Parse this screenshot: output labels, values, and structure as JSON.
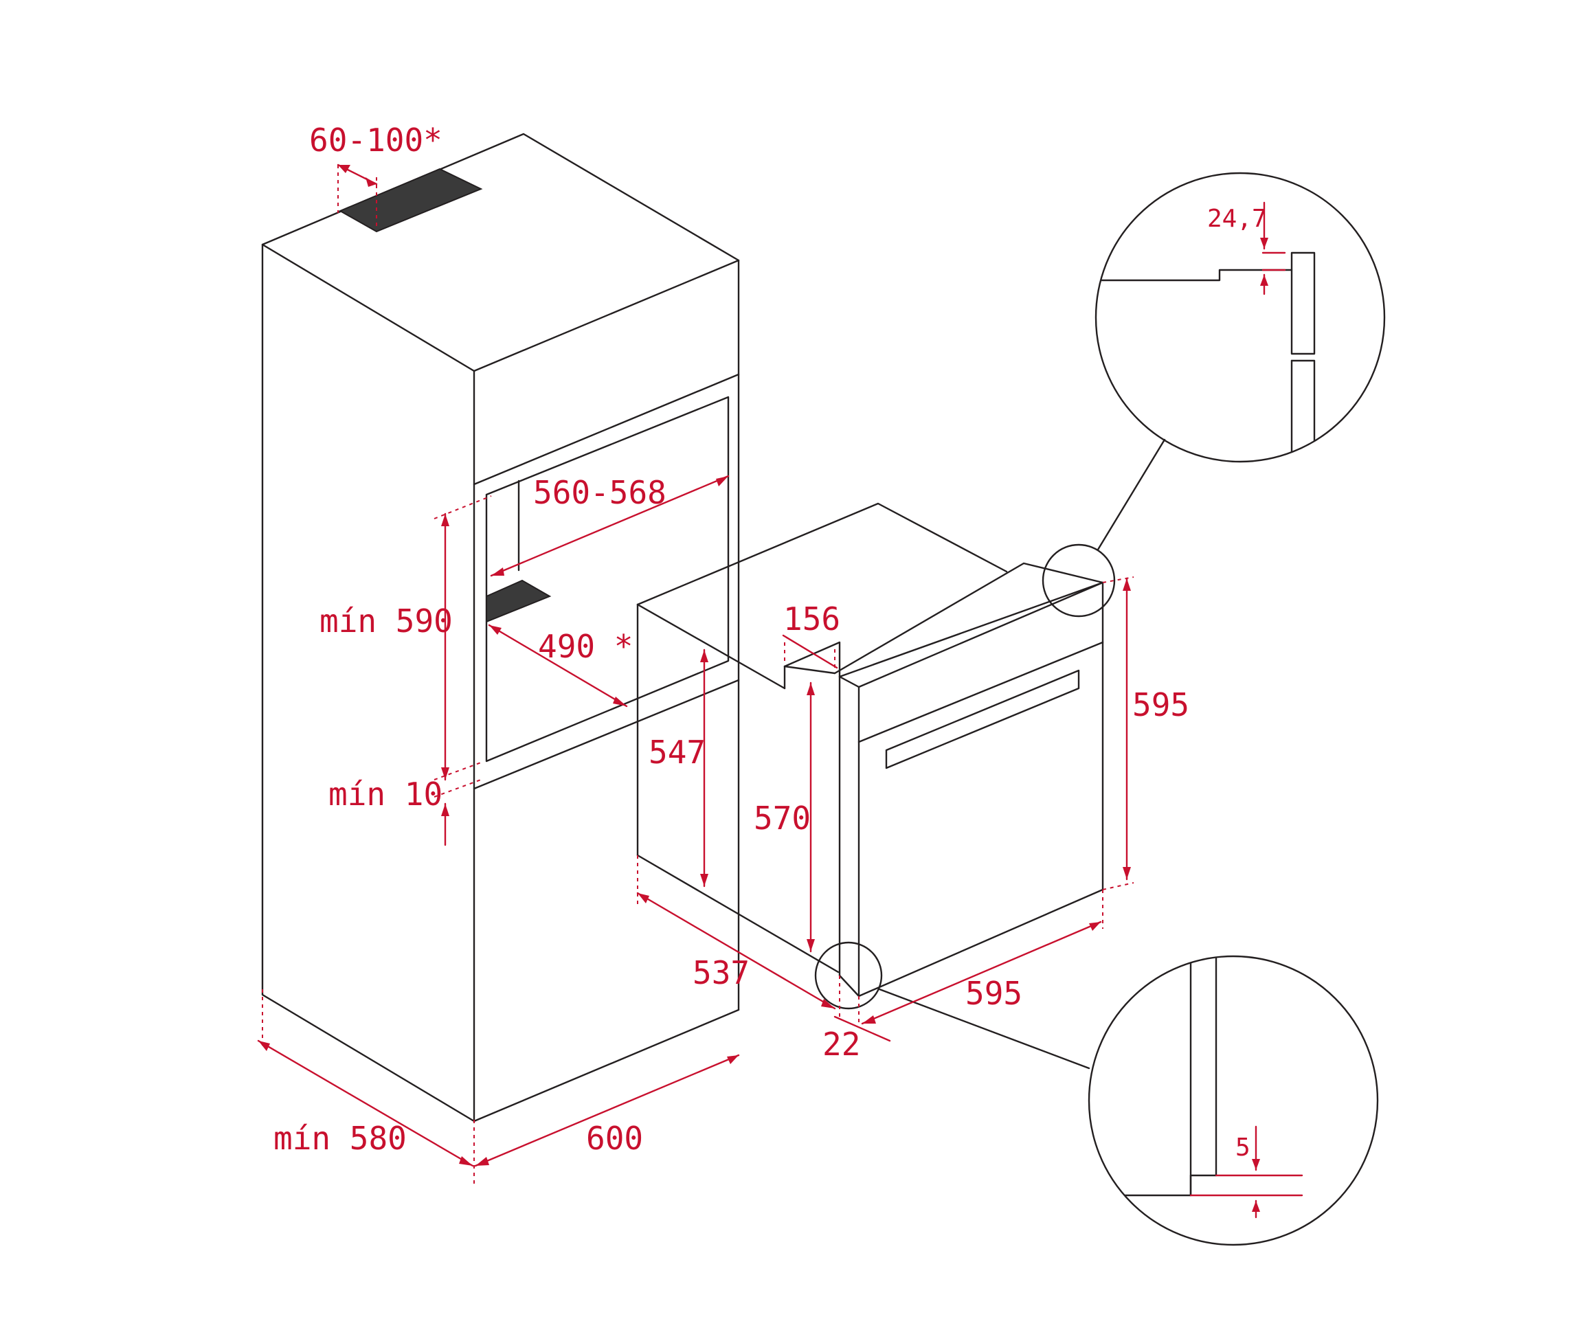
{
  "dimensions": {
    "vent_gap": "60-100*",
    "niche_width": "560-568",
    "niche_height": "mín 590",
    "vent_depth": "490 *",
    "bottom_gap": "mín 10",
    "cabinet_depth": "mín 580",
    "cabinet_width": "600",
    "oven_height_body": "547",
    "oven_height_front_inner": "570",
    "oven_height_total": "595",
    "oven_front_depth": "156",
    "oven_depth": "537",
    "oven_width": "595",
    "door_thickness": "22",
    "detail_top": "24,7",
    "detail_bottom": "5"
  },
  "colors": {
    "line": "#231f20",
    "dimension": "#c8102e",
    "vent": "#3a3a3a"
  }
}
